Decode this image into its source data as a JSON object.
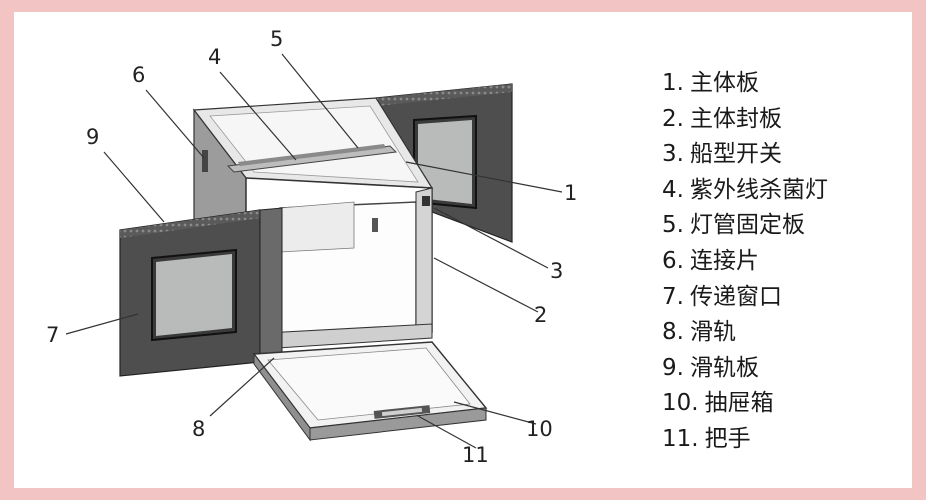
{
  "callouts": [
    "1",
    "2",
    "3",
    "4",
    "5",
    "6",
    "7",
    "8",
    "9",
    "10",
    "11"
  ],
  "legend": [
    {
      "num": "1.",
      "label": "主体板"
    },
    {
      "num": "2.",
      "label": "主体封板"
    },
    {
      "num": "3.",
      "label": "船型开关"
    },
    {
      "num": "4.",
      "label": "紫外线杀菌灯"
    },
    {
      "num": "5.",
      "label": "灯管固定板"
    },
    {
      "num": "6.",
      "label": "连接片"
    },
    {
      "num": "7.",
      "label": "传递窗口"
    },
    {
      "num": "8.",
      "label": "滑轨"
    },
    {
      "num": "9.",
      "label": "滑轨板"
    },
    {
      "num": "10.",
      "label": "抽屉箱"
    },
    {
      "num": "11.",
      "label": "把手"
    }
  ],
  "colors": {
    "background": "#f2c4c4",
    "panel": "#ffffff",
    "dark_panel": "#4e4e4e",
    "window": "#b9bbbb"
  }
}
